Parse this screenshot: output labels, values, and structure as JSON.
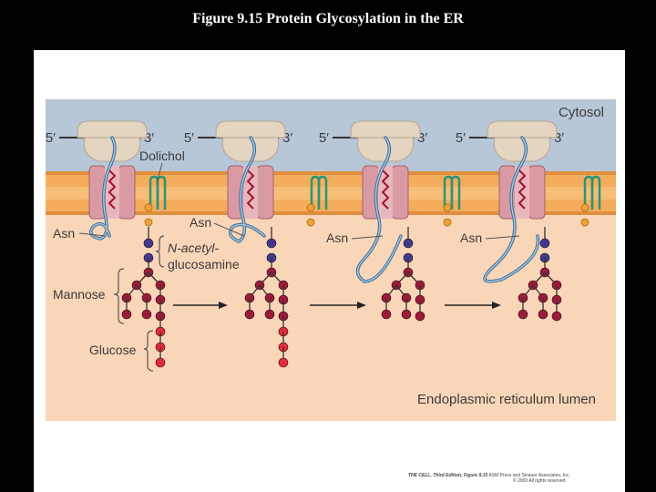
{
  "slide_title": "Figure 9.15  Protein Glycosylation in the ER",
  "labels": {
    "cytosol": "Cytosol",
    "lumen": "Endoplasmic reticulum lumen",
    "dolichol": "Dolichol",
    "asn": "Asn",
    "nacetyl_line1": "N-acetyl-",
    "nacetyl_line2": "glucosamine",
    "mannose": "Mannose",
    "glucose": "Glucose",
    "five_prime": "5′",
    "three_prime": "3′"
  },
  "credit": {
    "book": "THE CELL, Third Edition, Figure 9.15",
    "line1": "ASM Press and Sinauer Associates, Inc.",
    "line2": "© 2003 All rights reserved."
  },
  "colors": {
    "cytosol": "#b7c7d8",
    "lumen": "#f9d6b8",
    "membrane": "#f4ad5d",
    "mannose": "#9b1b3a",
    "nacetyl": "#3f3a8d",
    "glucose": "#e12b3a",
    "phosphate": "#f1a236",
    "translocon": "#d99aa3",
    "dolichol": "#2a9577"
  }
}
